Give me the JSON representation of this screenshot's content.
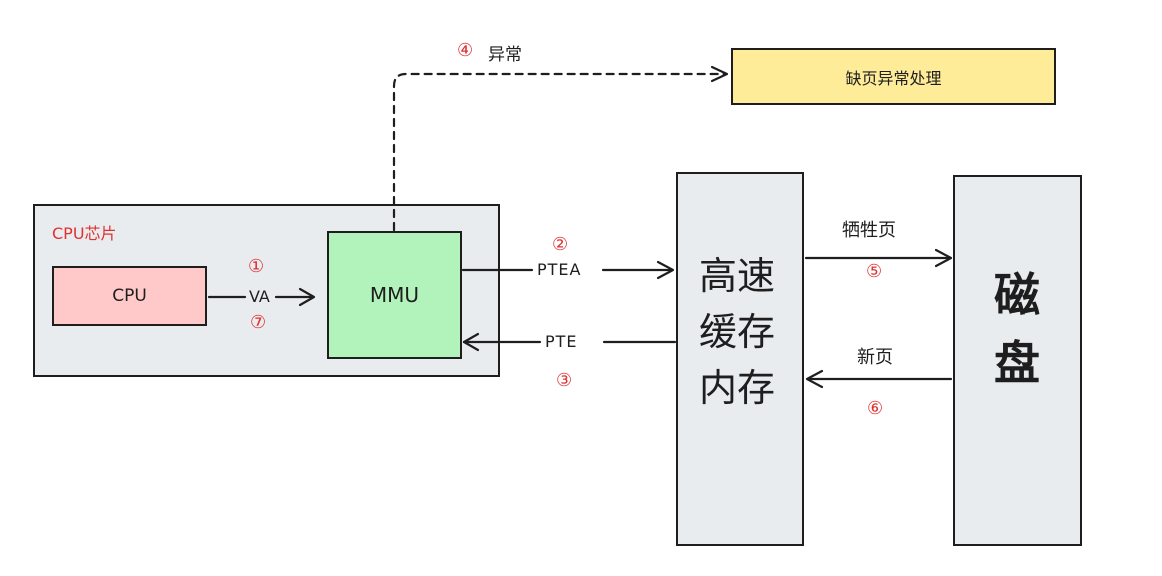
{
  "chip": {
    "label": "CPU芯片"
  },
  "cpu": {
    "label": "CPU"
  },
  "mmu": {
    "label": "MMU"
  },
  "cache": {
    "label_line1": "高速",
    "label_line2": "缓存",
    "label_line3": "内存"
  },
  "disk": {
    "label_line1": "磁",
    "label_line2": "盘"
  },
  "fault_handler": {
    "label": "缺页异常处理"
  },
  "edges": {
    "va": {
      "step_forward": "①",
      "label": "VA",
      "step_return": "⑦"
    },
    "ptea": {
      "step": "②",
      "label": "PTEA"
    },
    "pte": {
      "label": "PTE",
      "step": "③"
    },
    "exception": {
      "step": "④",
      "label": "异常"
    },
    "victim": {
      "label": "牺牲页",
      "step": "⑤"
    },
    "newpage": {
      "label": "新页",
      "step": "⑥"
    }
  },
  "colors": {
    "stroke": "#1e1e1e",
    "chip_fill": "#e9ecef",
    "cpu_fill": "#ffc9c9",
    "mmu_fill": "#b2f2bb",
    "memory_fill": "#e9ecef",
    "handler_fill": "#ffec99",
    "step_color": "#e03131"
  }
}
